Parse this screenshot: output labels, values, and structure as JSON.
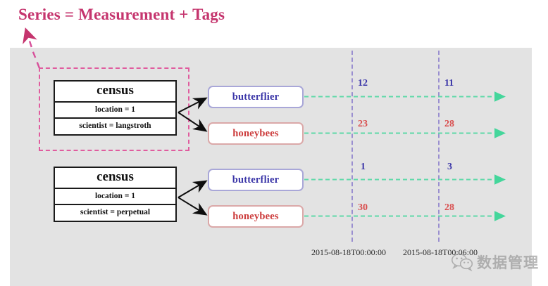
{
  "title": "Series = Measurement + Tags",
  "colors": {
    "title": "#c5356e",
    "highlight_dashed": "#e05c9e",
    "panel_bg": "#e3e3e3",
    "blue_series": "#3b36a8",
    "red_series": "#cc3b3b",
    "timeline_vline": "#9a8fd0",
    "series_line": "#4fd6a0"
  },
  "measurements": [
    {
      "name": "census",
      "tags": [
        "location = 1",
        "scientist = langstroth"
      ]
    },
    {
      "name": "census",
      "tags": [
        "location = 1",
        "scientist = perpetual"
      ]
    }
  ],
  "fields": [
    {
      "label": "butterflier",
      "color": "blue"
    },
    {
      "label": "honeybees",
      "color": "red"
    },
    {
      "label": "butterflier",
      "color": "blue"
    },
    {
      "label": "honeybees",
      "color": "red"
    }
  ],
  "timestamps": [
    "2015-08-18T00:00:00",
    "2015-08-18T00:06:00"
  ],
  "series_points": [
    {
      "field": "butterflier",
      "color": "blue",
      "values": [
        12,
        11
      ]
    },
    {
      "field": "honeybees",
      "color": "red",
      "values": [
        23,
        28
      ]
    },
    {
      "field": "butterflier",
      "color": "blue",
      "values": [
        1,
        3
      ]
    },
    {
      "field": "honeybees",
      "color": "red",
      "values": [
        30,
        28
      ]
    }
  ],
  "point_values": {
    "r1c1": "12",
    "r1c2": "11",
    "r2c1": "23",
    "r2c2": "28",
    "r3c1": "1",
    "r3c2": "3",
    "r4c1": "30",
    "r4c2": "28"
  },
  "watermark": {
    "text": "数据管理"
  }
}
